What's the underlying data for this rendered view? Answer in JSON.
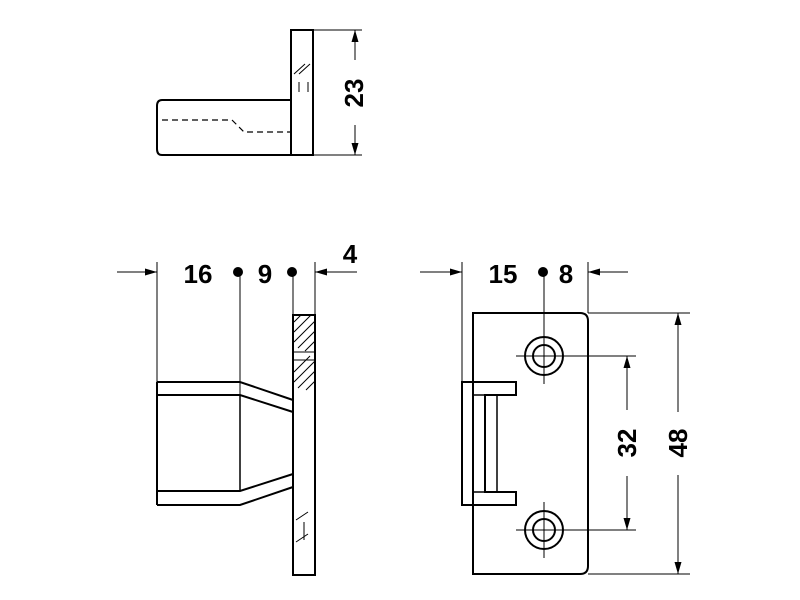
{
  "dimensions": {
    "top_view_height": "23",
    "side_depth": "16",
    "side_offset": "9",
    "side_plate_thickness": "4",
    "front_depth": "15",
    "front_offset": "8",
    "hole_spacing": "32",
    "plate_height": "48"
  }
}
